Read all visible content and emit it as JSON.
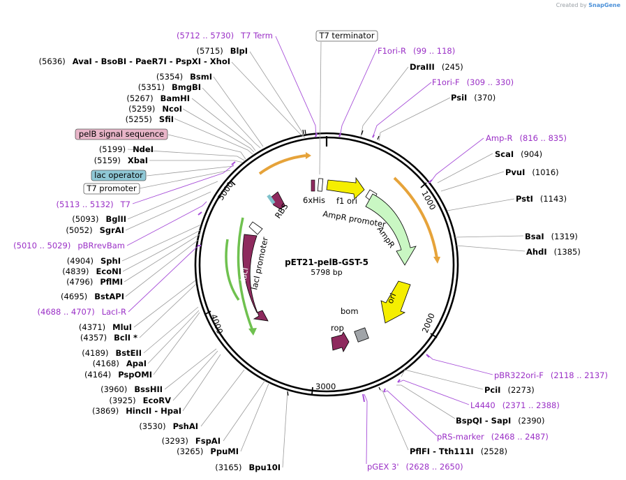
{
  "credit": {
    "prefix": "Created by",
    "brand": "SnapGene"
  },
  "plasmid": {
    "name": "pET21-pelB-GST-5",
    "size": "5798 bp",
    "length": 5798
  },
  "ticks": [
    "1000",
    "2000",
    "3000",
    "4000",
    "5000"
  ],
  "features": [
    {
      "name": "RBS",
      "color": "#8e2a5e"
    },
    {
      "name": "6xHis",
      "color": "#ffffff"
    },
    {
      "name": "f1 ori",
      "color": "#f5ee00"
    },
    {
      "name": "AmpR promoter",
      "color": "#ffffff"
    },
    {
      "name": "AmpR",
      "color": "#c9f7c3"
    },
    {
      "name": "ori",
      "color": "#f5ee00"
    },
    {
      "name": "bom",
      "color": "#a0a4a8"
    },
    {
      "name": "rop",
      "color": "#8e2a5e"
    },
    {
      "name": "lacI promoter",
      "color": "#ffffff"
    },
    {
      "name": "lacI",
      "color": "#8e2a5e"
    }
  ],
  "right_labels": [
    {
      "kind": "primer",
      "name": "F1ori-R",
      "range": "(99 .. 118)"
    },
    {
      "kind": "enzyme",
      "name": "DraIII",
      "pos": "(245)"
    },
    {
      "kind": "primer",
      "name": "F1ori-F",
      "range": "(309 .. 330)"
    },
    {
      "kind": "enzyme",
      "name": "PsiI",
      "pos": "(370)"
    },
    {
      "kind": "primer",
      "name": "Amp-R",
      "range": "(816 .. 835)"
    },
    {
      "kind": "enzyme",
      "name": "ScaI",
      "pos": "(904)"
    },
    {
      "kind": "enzyme",
      "name": "PvuI",
      "pos": "(1016)"
    },
    {
      "kind": "enzyme",
      "name": "PstI",
      "pos": "(1143)"
    },
    {
      "kind": "enzyme",
      "name": "BsaI",
      "pos": "(1319)"
    },
    {
      "kind": "enzyme",
      "name": "AhdI",
      "pos": "(1385)"
    },
    {
      "kind": "primer",
      "name": "pBR322ori-F",
      "range": "(2118 .. 2137)"
    },
    {
      "kind": "enzyme",
      "name": "PciI",
      "pos": "(2273)"
    },
    {
      "kind": "primer",
      "name": "L4440",
      "range": "(2371 .. 2388)"
    },
    {
      "kind": "enzyme",
      "name": "BspQI  -  SapI",
      "pos": "(2390)"
    },
    {
      "kind": "primer",
      "name": "pRS-marker",
      "range": "(2468 .. 2487)"
    },
    {
      "kind": "enzyme",
      "name": "PflFI  -  Tth111I",
      "pos": "(2528)"
    },
    {
      "kind": "primer",
      "name": "pGEX 3'",
      "range": "(2628 .. 2650)"
    }
  ],
  "top_labels": [
    {
      "kind": "primer",
      "name": "T7 Term",
      "range": "(5712 .. 5730)"
    },
    {
      "kind": "boxed",
      "name": "T7 terminator"
    }
  ],
  "left_labels": [
    {
      "kind": "enzyme",
      "name": "BlpI",
      "pos": "(5715)"
    },
    {
      "kind": "enzyme",
      "name": "AvaI  -  BsoBI  -  PaeR7I  -  PspXI  -  XhoI",
      "pos": "(5636)"
    },
    {
      "kind": "enzyme",
      "name": "BsmI",
      "pos": "(5354)"
    },
    {
      "kind": "enzyme",
      "name": "BmgBI",
      "pos": "(5351)"
    },
    {
      "kind": "enzyme",
      "name": "BamHI",
      "pos": "(5267)"
    },
    {
      "kind": "enzyme",
      "name": "NcoI",
      "pos": "(5259)"
    },
    {
      "kind": "enzyme",
      "name": "SfiI",
      "pos": "(5255)"
    },
    {
      "kind": "boxed",
      "name": "pelB signal sequence"
    },
    {
      "kind": "enzyme",
      "name": "NdeI",
      "pos": "(5199)"
    },
    {
      "kind": "enzyme",
      "name": "XbaI",
      "pos": "(5159)"
    },
    {
      "kind": "boxed",
      "name": "lac operator"
    },
    {
      "kind": "boxed",
      "name": "T7 promoter"
    },
    {
      "kind": "primer",
      "name": "T7",
      "range": "(5113 .. 5132)"
    },
    {
      "kind": "enzyme",
      "name": "BglII",
      "pos": "(5093)"
    },
    {
      "kind": "enzyme",
      "name": "SgrAI",
      "pos": "(5052)"
    },
    {
      "kind": "primer",
      "name": "pBRrevBam",
      "range": "(5010 .. 5029)"
    },
    {
      "kind": "enzyme",
      "name": "SphI",
      "pos": "(4904)"
    },
    {
      "kind": "enzyme",
      "name": "EcoNI",
      "pos": "(4839)"
    },
    {
      "kind": "enzyme",
      "name": "PflMI",
      "pos": "(4796)"
    },
    {
      "kind": "enzyme",
      "name": "BstAPI",
      "pos": "(4695)"
    },
    {
      "kind": "primer",
      "name": "LacI-R",
      "range": "(4688 .. 4707)"
    },
    {
      "kind": "enzyme",
      "name": "MluI",
      "pos": "(4371)"
    },
    {
      "kind": "enzyme",
      "name": "BclI *",
      "pos": "(4357)"
    },
    {
      "kind": "enzyme",
      "name": "BstEII",
      "pos": "(4189)"
    },
    {
      "kind": "enzyme",
      "name": "ApaI",
      "pos": "(4168)"
    },
    {
      "kind": "enzyme",
      "name": "PspOMI",
      "pos": "(4164)"
    },
    {
      "kind": "enzyme",
      "name": "BssHII",
      "pos": "(3960)"
    },
    {
      "kind": "enzyme",
      "name": "EcoRV",
      "pos": "(3925)"
    },
    {
      "kind": "enzyme",
      "name": "HincII  -  HpaI",
      "pos": "(3869)"
    },
    {
      "kind": "enzyme",
      "name": "PshAI",
      "pos": "(3530)"
    },
    {
      "kind": "enzyme",
      "name": "FspAI",
      "pos": "(3293)"
    },
    {
      "kind": "enzyme",
      "name": "PpuMI",
      "pos": "(3265)"
    },
    {
      "kind": "enzyme",
      "name": "Bpu10I",
      "pos": "(3165)"
    }
  ]
}
